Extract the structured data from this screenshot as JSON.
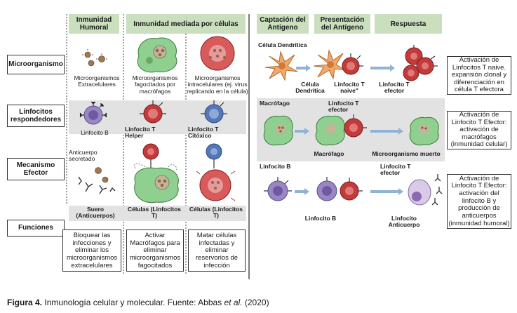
{
  "left_headers": {
    "humoral": "Inmunidad Humoral",
    "cellular": "Inmunidad mediada por células"
  },
  "right_headers": {
    "capture": "Captación del Antígeno",
    "presentation": "Presentación del Antígeno",
    "response": "Respuesta"
  },
  "row_labels": {
    "microorganism": "Microorganismo",
    "lymphocytes": "Linfocitos respondedores",
    "mechanism": "Mecanismo Efector",
    "functions": "Funciones"
  },
  "microbe_labels": {
    "extracellular": "Microorganismos Extracelulares",
    "phagocytosed": "Microorganismos fagocitados por macrófagos",
    "intracellular": "Microorganismos intracelulares (ej. virus replicando en la célula)"
  },
  "lymphocyte_labels": {
    "b_cell": "Linfocito B",
    "t_helper": "Linfocito T Helper",
    "t_cytotoxic": "Linfocito T Citóxico"
  },
  "mechanism_labels": {
    "antibody": "Anticuerpo secretado",
    "serum": "Suero (Anticuerpos)",
    "cells_t1": "Células (Linfocitos T)",
    "cells_t2": "Células (Linfocitos T)"
  },
  "functions": {
    "f1": "Bloquear las infecciones y eliminar los microorganismos extracelulares",
    "f2": "Activar Macrófagos para eliminar microorganismos fagocitados",
    "f3": "Matar células infectadas y eliminar reservorios de infección"
  },
  "right_labels": {
    "dendritic": "Célula Dendrítica",
    "dendritic2": "Célula Dendrítica",
    "naive": "Linfocito T naive\"",
    "effector": "Linfocito T efector",
    "macrophage_top": "Macrófago",
    "t_effector": "Linfocito T efector",
    "macrophage": "Macrófago",
    "dead_microbe": "Microorganismo muerto",
    "b_top": "Linfocito B",
    "t_effector2": "Linfocito T efector",
    "b_bottom": "Linfocito B",
    "antibody_lymph": "Linfocito Anticuerpo"
  },
  "summaries": {
    "s1": "Activación de Linfocitos T naive. expansión clonal y diferenciación en célula T efectora",
    "s2": "Activación de Linfocito T Efector: activación de macrófagos (inmunidad celular)",
    "s3": "Activación de Linfocito T Efector: activación del linfocito B y producción de anticuerpos (inmunidad humoral)"
  },
  "caption": {
    "label": "Figura 4.",
    "text": "Inmunología celular y molecular. Fuente: Abbas",
    "italic": "et al.",
    "year": "(2020)"
  },
  "colors": {
    "header_green": "#c9dfbd",
    "gray_band": "#e2e2e2",
    "cell_red": "#c23a3a",
    "b_purple": "#9b86c4",
    "t_blue": "#5577b5",
    "macrophage_green": "#8fcf8f",
    "dendritic_orange": "#f2a86b",
    "arrow_blue": "#8fb3d6"
  }
}
